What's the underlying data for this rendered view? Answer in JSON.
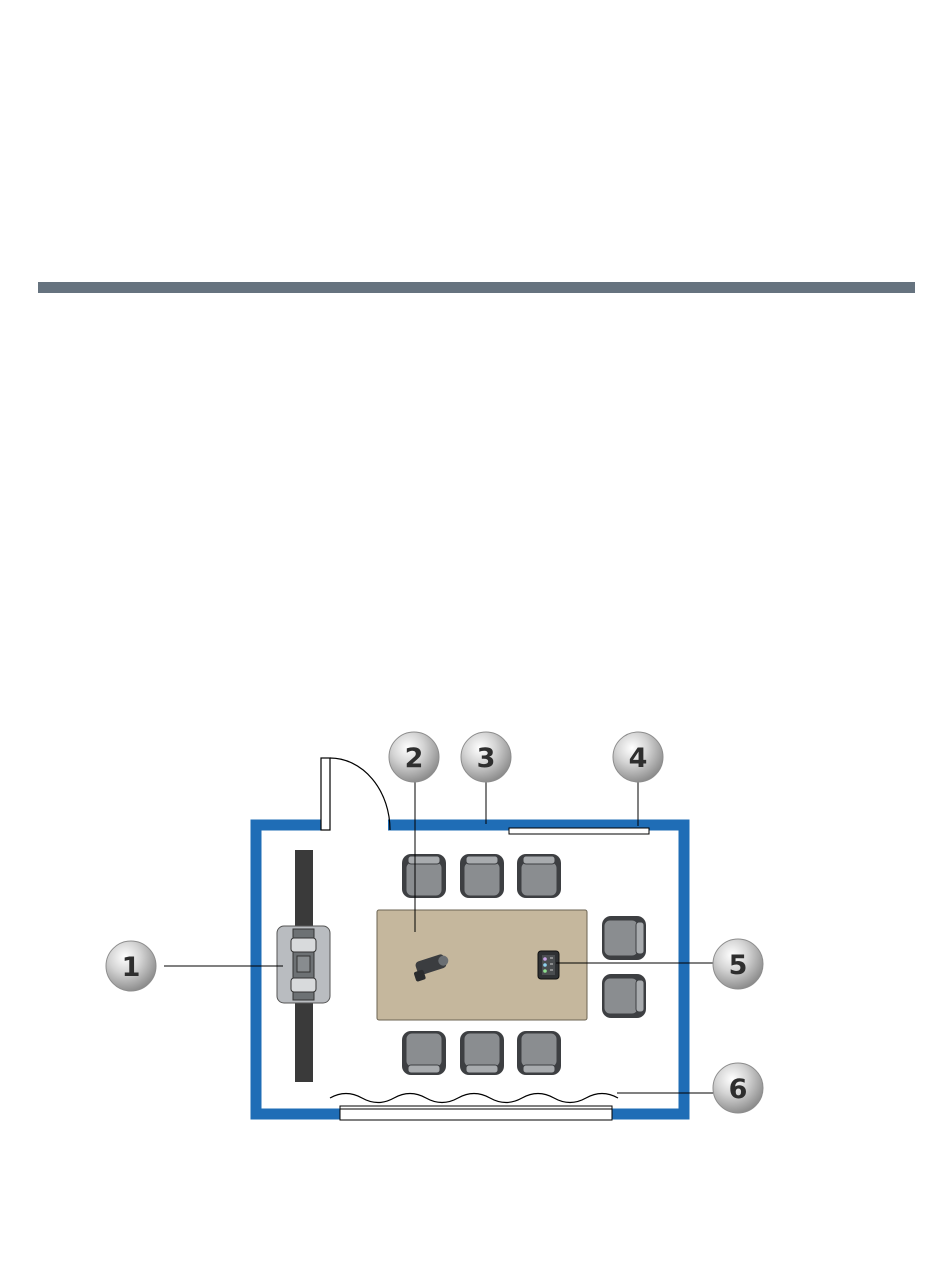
{
  "colors": {
    "header_rule": "#66737f",
    "wall": "#1f6db6",
    "table": "#c5b79d",
    "chair": "#8a8d90",
    "chair_dark": "#3d3f42",
    "tv_stand": "#3a3a3a",
    "callout": "#bdbdbd"
  },
  "diagram": {
    "callouts": [
      {
        "id": "1",
        "label": "1"
      },
      {
        "id": "2",
        "label": "2"
      },
      {
        "id": "3",
        "label": "3"
      },
      {
        "id": "4",
        "label": "4"
      },
      {
        "id": "5",
        "label": "5"
      },
      {
        "id": "6",
        "label": "6"
      }
    ]
  }
}
